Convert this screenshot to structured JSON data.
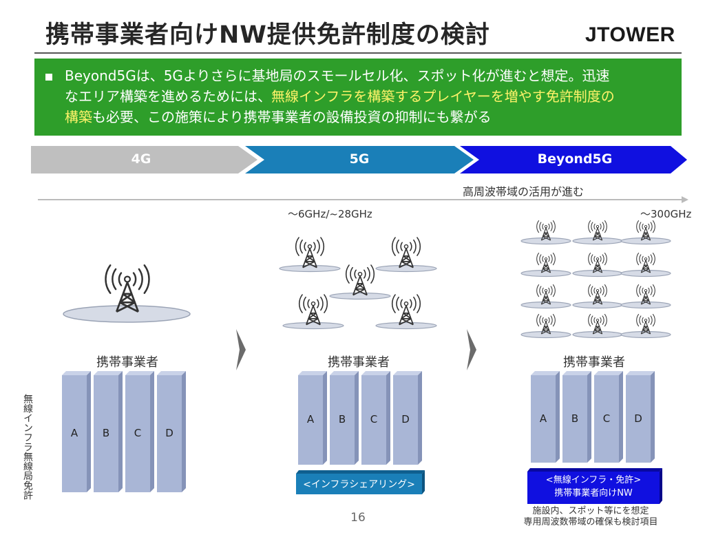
{
  "header": {
    "title": "携帯事業者向けNW提供免許制度の検討",
    "logo_text": "JTOWER"
  },
  "banner": {
    "text_1": "Beyond5Gは、5Gよりさらに基地局のスモールセル化、スポット化が進むと想定。迅速",
    "text_2a": "なエリア構築を進めるためには、",
    "text_2b": "無線インフラを構築するプレイヤーを増やす免許制度の",
    "text_3a": "構築",
    "text_3b": "も必要、この施策により携帯事業者の設備投資の抑制にも繋がる"
  },
  "timeline": {
    "stages": [
      "4G",
      "5G",
      "Beyond5G"
    ],
    "stage_colors": [
      "#bfbfbf",
      "#1a7fb8",
      "#1010e0"
    ],
    "arrow_caption": "高周波帯域の活用が進む"
  },
  "frequencies": {
    "fivegee": "～6GHz/~28GHz",
    "beyond": "～300GHz"
  },
  "columns": [
    {
      "operator_label": "携帯事業者",
      "bars": [
        "A",
        "B",
        "C",
        "D"
      ]
    },
    {
      "operator_label": "携帯事業者",
      "bars": [
        "A",
        "B",
        "C",
        "D"
      ],
      "shared_label": "<インフラシェアリング>"
    },
    {
      "operator_label": "携帯事業者",
      "bars": [
        "A",
        "B",
        "C",
        "D"
      ],
      "shared_label_1": "<無線インフラ・免許>",
      "shared_label_2": "携帯事業者向けNW"
    }
  ],
  "side_label": "無線インフラ無線局免許",
  "bottom_note_1": "施設内、スポット等にを想定",
  "bottom_note_2": "専用周波数帯域の確保も検討項目",
  "page_number": "16",
  "colors": {
    "banner_bg": "#2e9e2a",
    "highlight": "#fff36a",
    "bar_fill": "#a9b6d6",
    "share_blue": "#1a7fb8",
    "nw_blue": "#1010e0"
  }
}
